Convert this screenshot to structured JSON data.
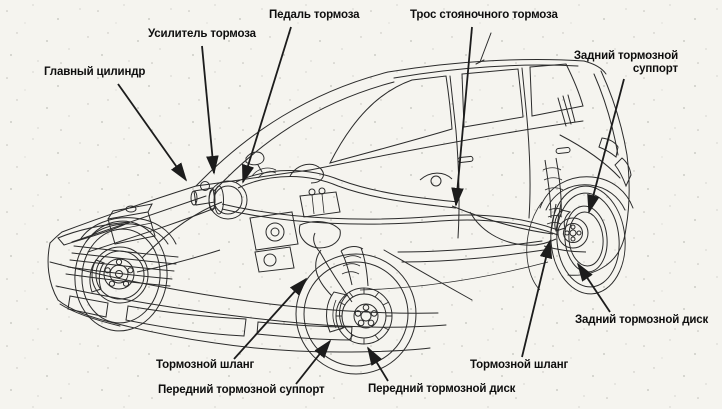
{
  "diagram": {
    "colors": {
      "background": "#f5f4ef",
      "line": "#2b2b2b",
      "text": "#0e0e0e"
    },
    "labels": {
      "master_cylinder": "Главный цилиндр",
      "brake_booster": "Усилитель тормоза",
      "brake_pedal": "Педаль тормоза",
      "parking_brake_cable": "Трос стояночного тормоза",
      "rear_brake_caliper": "Задний тормозной суппорт",
      "rear_brake_disc": "Задний тормозной диск",
      "brake_hose_rear": "Тормозной шланг",
      "brake_hose_front": "Тормозной шланг",
      "front_brake_caliper": "Передний тормозной суппорт",
      "front_brake_disc": "Передний тормозной диск"
    }
  }
}
